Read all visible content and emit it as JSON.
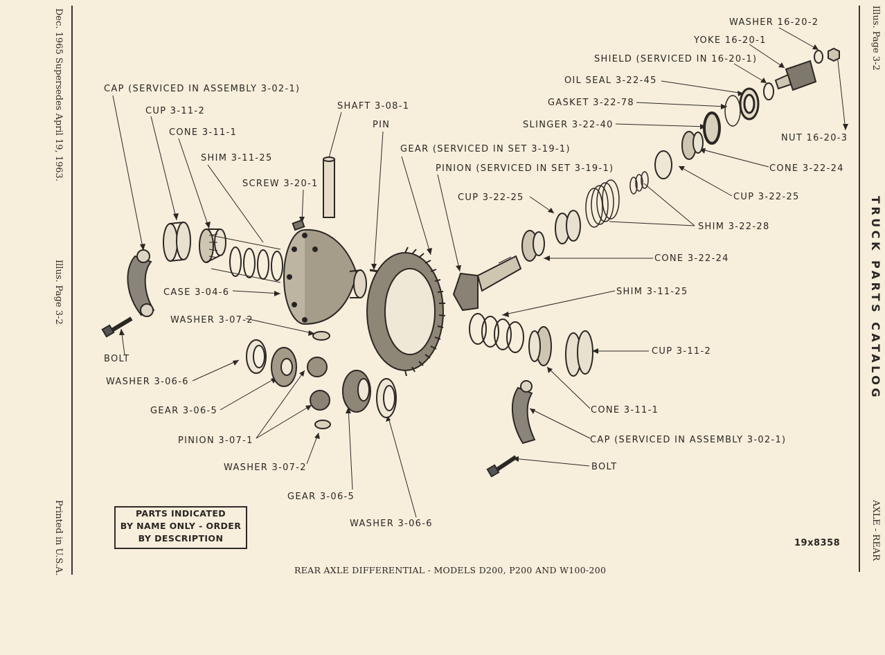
{
  "margin_left": {
    "supersedes": "Dec. 1965 Supersedes April 19, 1963.",
    "illus_page": "Illus. Page 3-2",
    "printed": "Printed in U.S.A."
  },
  "margin_right": {
    "illus_page": "Illus. Page 3-2",
    "catalog_title": "TRUCK PARTS CATALOG",
    "section": "AXLE - REAR"
  },
  "labels": {
    "cap_top": "CAP (SERVICED IN ASSEMBLY 3-02-1)",
    "cup_left": "CUP 3-11-2",
    "cone_left": "CONE 3-11-1",
    "shim_left": "SHIM 3-11-25",
    "screw": "SCREW 3-20-1",
    "shaft": "SHAFT 3-08-1",
    "pin": "PIN",
    "gear_set": "GEAR (SERVICED IN SET 3-19-1)",
    "pinion_set": "PINION (SERVICED IN SET 3-19-1)",
    "washer_yoke": "WASHER 16-20-2",
    "yoke": "YOKE 16-20-1",
    "shield": "SHIELD (SERVICED IN 16-20-1)",
    "oil_seal": "OIL SEAL 3-22-45",
    "gasket": "GASKET 3-22-78",
    "slinger": "SLINGER 3-22-40",
    "nut": "NUT 16-20-3",
    "cone_pinion_outer": "CONE 3-22-24",
    "cup_pinion_outer": "CUP 3-22-25",
    "cup_pinion_inner": "CUP 3-22-25",
    "shim_pinion": "SHIM 3-22-28",
    "cone_pinion_inner": "CONE 3-22-24",
    "case": "CASE 3-04-6",
    "washer_307_top": "WASHER 3-07-2",
    "shim_right": "SHIM 3-11-25",
    "bolt_left": "BOLT",
    "washer_306_left": "WASHER 3-06-6",
    "cup_right": "CUP 3-11-2",
    "gear_306_left": "GEAR 3-06-5",
    "cone_right": "CONE 3-11-1",
    "pinion_307": "PINION 3-07-1",
    "cap_bottom": "CAP (SERVICED IN ASSEMBLY 3-02-1)",
    "washer_307_bottom": "WASHER 3-07-2",
    "bolt_right": "BOLT",
    "gear_306_bottom": "GEAR 3-06-5",
    "washer_306_bottom": "WASHER 3-06-6"
  },
  "note": {
    "line1": "PARTS INDICATED",
    "line2": "BY NAME ONLY - ORDER",
    "line3": "BY DESCRIPTION"
  },
  "figure_code": "19x8358",
  "caption": "REAR AXLE DIFFERENTIAL - MODELS D200, P200 AND W100-200"
}
